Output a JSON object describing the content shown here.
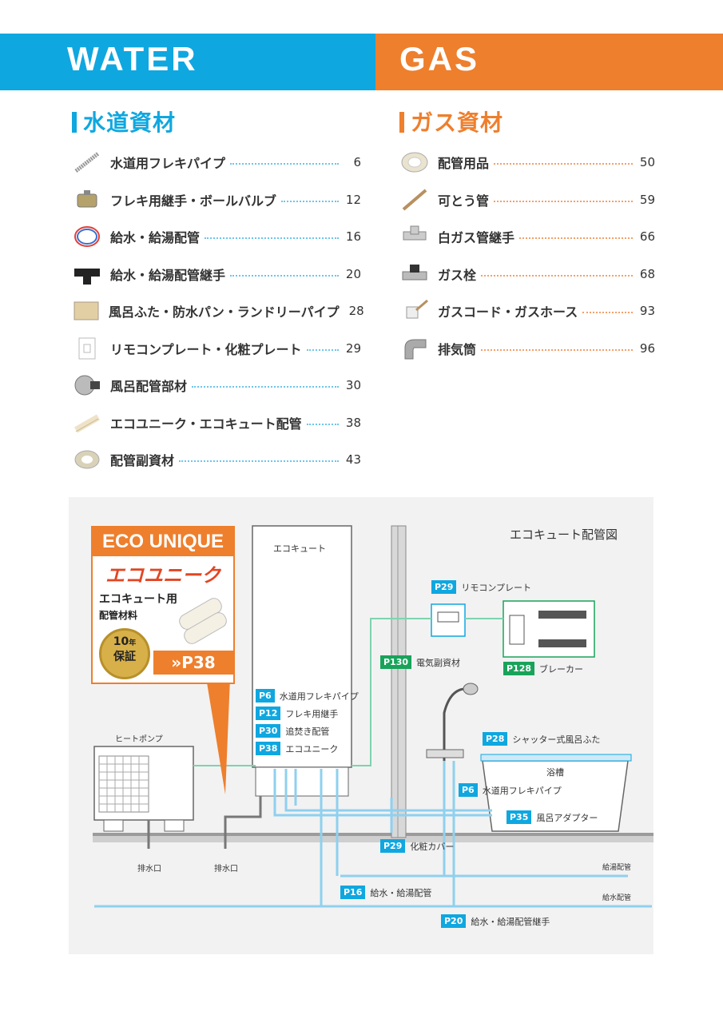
{
  "header": {
    "water": "WATER",
    "gas": "GAS"
  },
  "water": {
    "title": "水道資材",
    "items": [
      {
        "label": "水道用フレキパイプ",
        "page": "6",
        "icon": "flex-pipe-icon"
      },
      {
        "label": "フレキ用継手・ボールバルブ",
        "page": "12",
        "icon": "ball-valve-icon"
      },
      {
        "label": "給水・給湯配管",
        "page": "16",
        "icon": "pipe-coil-icon"
      },
      {
        "label": "給水・給湯配管継手",
        "page": "20",
        "icon": "tee-fitting-icon"
      },
      {
        "label": "風呂ふた・防水パン・ランドリーパイプ",
        "page": "28",
        "icon": "bath-cover-icon"
      },
      {
        "label": "リモコンプレート・化粧プレート",
        "page": "29",
        "icon": "remote-plate-icon"
      },
      {
        "label": "風呂配管部材",
        "page": "30",
        "icon": "bath-adapter-icon"
      },
      {
        "label": "エコユニーク・エコキュート配管",
        "page": "38",
        "icon": "eco-pipe-icon"
      },
      {
        "label": "配管副資材",
        "page": "43",
        "icon": "tape-roll-icon"
      }
    ]
  },
  "gas": {
    "title": "ガス資材",
    "items": [
      {
        "label": "配管用品",
        "page": "50",
        "icon": "pipe-roll-icon"
      },
      {
        "label": "可とう管",
        "page": "59",
        "icon": "flexible-tube-icon"
      },
      {
        "label": "白ガス管継手",
        "page": "66",
        "icon": "white-tee-icon"
      },
      {
        "label": "ガス栓",
        "page": "68",
        "icon": "gas-cock-icon"
      },
      {
        "label": "ガスコード・ガスホース",
        "page": "93",
        "icon": "gas-cord-icon"
      },
      {
        "label": "排気筒",
        "page": "96",
        "icon": "exhaust-elbow-icon"
      }
    ]
  },
  "diagram": {
    "title": "エコキュート配管図",
    "promo": {
      "top": "ECO UNIQUE",
      "name": "エコユニーク",
      "line1": "エコキュート用",
      "line2": "配管材料",
      "badge_num": "10",
      "badge_unit": "年",
      "badge_text": "保証",
      "page": "»P38"
    },
    "unit_label": "エコキュート",
    "heatpump_label": "ヒートポンプ",
    "drain1": "排水口",
    "drain2": "排水口",
    "bathtub": "浴槽",
    "supply_hot": "給湯配管",
    "supply_cold": "給水配管",
    "tags": [
      {
        "code": "P29",
        "text": "リモコンプレート",
        "color": "blue"
      },
      {
        "code": "P130",
        "text": "電気副資材",
        "color": "green"
      },
      {
        "code": "P128",
        "text": "ブレーカー",
        "color": "green"
      },
      {
        "code": "P6",
        "text": "水道用フレキパイプ",
        "color": "blue"
      },
      {
        "code": "P12",
        "text": "フレキ用継手",
        "color": "blue"
      },
      {
        "code": "P30",
        "text": "追焚き配管",
        "color": "blue"
      },
      {
        "code": "P38",
        "text": "エコユニーク",
        "color": "blue"
      },
      {
        "code": "P28",
        "text": "シャッター式風呂ふた",
        "color": "blue"
      },
      {
        "code": "P6",
        "text": "水道用フレキパイプ",
        "color": "blue"
      },
      {
        "code": "P35",
        "text": "風呂アダプター",
        "color": "blue"
      },
      {
        "code": "P29",
        "text": "化粧カバー",
        "color": "blue"
      },
      {
        "code": "P16",
        "text": "給水・給湯配管",
        "color": "blue"
      },
      {
        "code": "P20",
        "text": "給水・給湯配管継手",
        "color": "blue"
      }
    ]
  }
}
